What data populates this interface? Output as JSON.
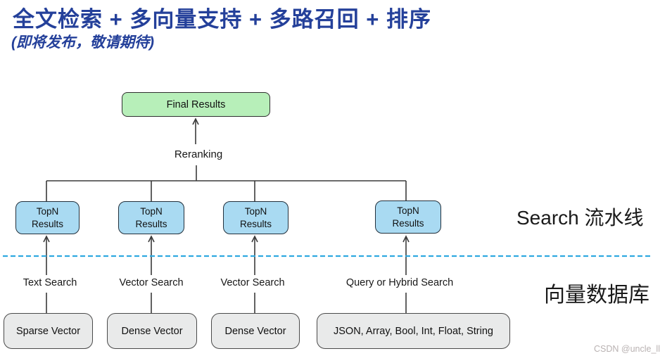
{
  "header": {
    "title": "全文检索 + 多向量支持 + 多路召回 + 排序",
    "subtitle": "(即将发布，敬请期待)"
  },
  "colors": {
    "title_blue": "#24409a",
    "dashed_line_blue": "#2fa9e0",
    "final_results_green": "#b7efb9",
    "topn_blue": "#a9daf2",
    "storage_gray": "#e9eaea",
    "line_dark": "#3a3a3a",
    "watermark_gray": "#b9b2b2"
  },
  "pipeline": {
    "final_results_label": "Final Results",
    "reranking_label": "Reranking",
    "topn_boxes": [
      "TopN\nResults",
      "TopN\nResults",
      "TopN\nResults",
      "TopN\nResults"
    ],
    "section_label": "Search 流水线"
  },
  "database": {
    "search_labels": [
      "Text Search",
      "Vector Search",
      "Vector Search",
      "Query or Hybrid Search"
    ],
    "storage_boxes": [
      "Sparse Vector",
      "Dense Vector",
      "Dense Vector",
      "JSON, Array, Bool, Int, Float, String"
    ],
    "section_label": "向量数据库"
  },
  "watermark": {
    "text": "CSDN @uncle_ll"
  }
}
